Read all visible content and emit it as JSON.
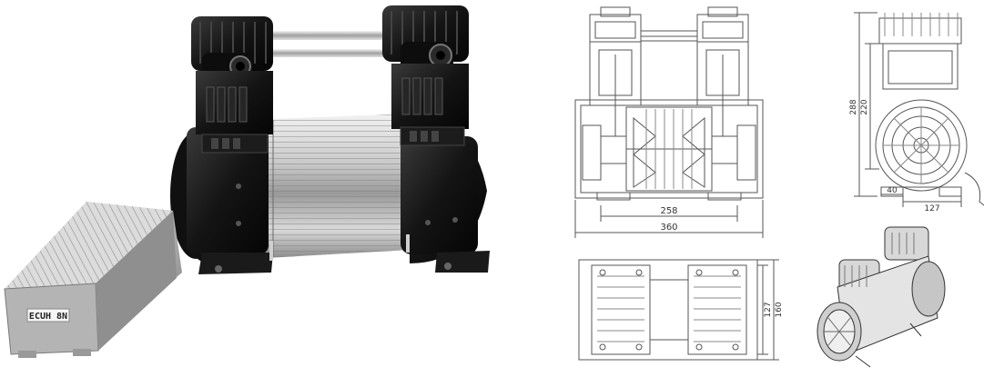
{
  "product_photo": {
    "controller_label": "ECUH 8N"
  },
  "dimensions": {
    "front_inner_width": "258",
    "front_overall_width": "360",
    "side_height_upper": "220",
    "side_height_overall": "288",
    "side_depth_small": "40",
    "side_depth": "127",
    "top_inner_depth": "127",
    "top_overall_depth": "160"
  }
}
